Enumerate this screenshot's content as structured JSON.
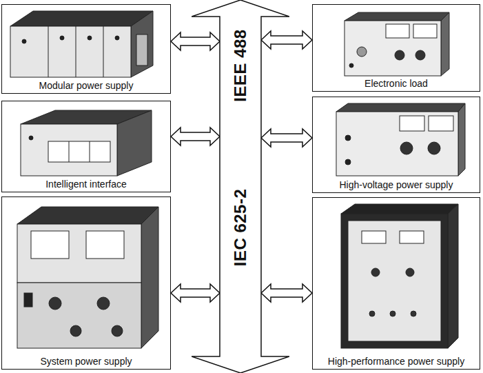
{
  "diagram": {
    "nodes": [
      {
        "text": [
          "Modular power supply"
        ]
      },
      {
        "text": [
          "Electronic load"
        ]
      },
      {
        "text": [
          "Intelligent interface"
        ]
      },
      {
        "text": [
          "High-voltage power supply"
        ]
      },
      {
        "text": [
          "System power supply"
        ]
      },
      {
        "text": [
          "High-performance power supply"
        ]
      },
      {
        "text": [
          "IEEE 488",
          "IEC 625-2"
        ]
      }
    ],
    "edges": [
      {
        "from": 6,
        "to": 0,
        "arrow": "both"
      },
      {
        "from": 6,
        "to": 1,
        "arrow": "both"
      },
      {
        "from": 6,
        "to": 2,
        "arrow": "both"
      },
      {
        "from": 6,
        "to": 3,
        "arrow": "both"
      },
      {
        "from": 6,
        "to": 4,
        "arrow": "both"
      },
      {
        "from": 6,
        "to": 5,
        "arrow": "both"
      }
    ]
  }
}
